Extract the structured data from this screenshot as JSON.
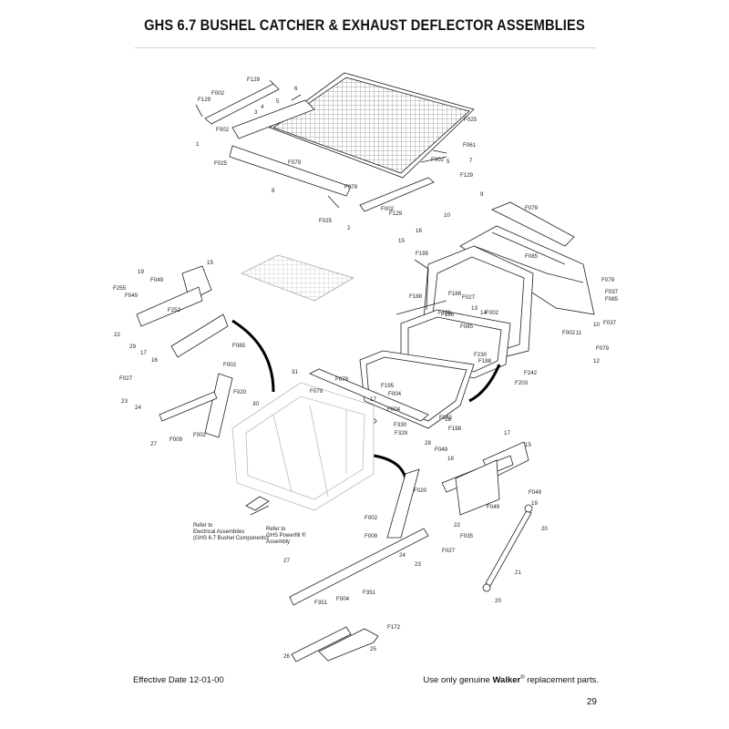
{
  "title": "GHS 6.7 BUSHEL CATCHER & EXHAUST DEFLECTOR ASSEMBLIES",
  "footer": {
    "effective_date": "Effective Date 12-01-00",
    "notice_prefix": "Use only genuine ",
    "brand": "Walker",
    "registered_mark": "®",
    "notice_suffix": " replacement parts.",
    "page_number": "29"
  },
  "references": {
    "electrical": [
      "Refer to",
      "Electrical Assemblies",
      "(GHS 6.7 Bushel Components)"
    ],
    "powerfill": [
      "Refer to",
      "GHS Powerfill ®",
      "Assembly"
    ]
  },
  "callouts": [
    {
      "label": "F129",
      "name": "callout-f129-top"
    },
    {
      "label": "F002",
      "name": "callout-f002-top"
    },
    {
      "label": "F129",
      "name": "callout-f129-left"
    },
    {
      "label": "5",
      "name": "callout-5-top"
    },
    {
      "label": "6",
      "name": "callout-6"
    },
    {
      "label": "3",
      "name": "callout-3"
    },
    {
      "label": "4",
      "name": "callout-4"
    },
    {
      "label": "F002",
      "name": "callout-f002-left"
    },
    {
      "label": "1",
      "name": "callout-1"
    },
    {
      "label": "F025",
      "name": "callout-f025-right"
    },
    {
      "label": "F061",
      "name": "callout-f061"
    },
    {
      "label": "F002",
      "name": "callout-f002-right"
    },
    {
      "label": "7",
      "name": "callout-7"
    },
    {
      "label": "5",
      "name": "callout-5-bottom"
    },
    {
      "label": "F129",
      "name": "callout-f129-bottom"
    },
    {
      "label": "F025",
      "name": "callout-f025-left"
    },
    {
      "label": "F079",
      "name": "callout-f079-a"
    },
    {
      "label": "8",
      "name": "callout-8"
    },
    {
      "label": "F079",
      "name": "callout-f079-b"
    },
    {
      "label": "F025",
      "name": "callout-f025-bottom"
    },
    {
      "label": "2",
      "name": "callout-2"
    },
    {
      "label": "F002",
      "name": "callout-f002-bottom"
    },
    {
      "label": "F129",
      "name": "callout-f129-low"
    },
    {
      "label": "9",
      "name": "callout-9"
    },
    {
      "label": "F079",
      "name": "callout-f079-deflector"
    },
    {
      "label": "10",
      "name": "callout-10"
    },
    {
      "label": "16",
      "name": "callout-16-upper"
    },
    {
      "label": "15",
      "name": "callout-15-upper"
    },
    {
      "label": "F195",
      "name": "callout-f195"
    },
    {
      "label": "F085",
      "name": "callout-f085-deflector"
    },
    {
      "label": "F079",
      "name": "callout-f079-right"
    },
    {
      "label": "F037",
      "name": "callout-f037-a"
    },
    {
      "label": "F085",
      "name": "callout-f085-right"
    },
    {
      "label": "F037",
      "name": "callout-f037-b"
    },
    {
      "label": "F188",
      "name": "callout-f188-a"
    },
    {
      "label": "F188",
      "name": "callout-f188-b"
    },
    {
      "label": "F027",
      "name": "callout-f027-mid"
    },
    {
      "label": "13",
      "name": "callout-13"
    },
    {
      "label": "14",
      "name": "callout-14"
    },
    {
      "label": "F186",
      "name": "callout-f186-a"
    },
    {
      "label": "F002",
      "name": "callout-f002-frame"
    },
    {
      "label": "F186",
      "name": "callout-f186-b"
    },
    {
      "label": "F085",
      "name": "callout-f085-frame"
    },
    {
      "label": "F002",
      "name": "callout-f002-deflector"
    },
    {
      "label": "11",
      "name": "callout-11"
    },
    {
      "label": "10",
      "name": "callout-10-lower"
    },
    {
      "label": "F079",
      "name": "callout-f079-handle"
    },
    {
      "label": "12",
      "name": "callout-12"
    },
    {
      "label": "F230",
      "name": "callout-f230"
    },
    {
      "label": "F188",
      "name": "callout-f188-c"
    },
    {
      "label": "F242",
      "name": "callout-f242-a"
    },
    {
      "label": "F203",
      "name": "callout-f203"
    },
    {
      "label": "15",
      "name": "callout-15-left"
    },
    {
      "label": "19",
      "name": "callout-19-left"
    },
    {
      "label": "F049",
      "name": "callout-f049-left"
    },
    {
      "label": "F255",
      "name": "callout-f255"
    },
    {
      "label": "F049",
      "name": "callout-f049-left-b"
    },
    {
      "label": "F252",
      "name": "callout-f252"
    },
    {
      "label": "22",
      "name": "callout-22-left"
    },
    {
      "label": "29",
      "name": "callout-29"
    },
    {
      "label": "17",
      "name": "callout-17-left"
    },
    {
      "label": "F085",
      "name": "callout-f085-left"
    },
    {
      "label": "16",
      "name": "callout-16-left"
    },
    {
      "label": "F002",
      "name": "callout-f002-brace"
    },
    {
      "label": "F020",
      "name": "callout-f020-left"
    },
    {
      "label": "F027",
      "name": "callout-f027-left"
    },
    {
      "label": "30",
      "name": "callout-30"
    },
    {
      "label": "23",
      "name": "callout-23-left"
    },
    {
      "label": "24",
      "name": "callout-24-left"
    },
    {
      "label": "F002",
      "name": "callout-f002-low-left"
    },
    {
      "label": "27",
      "name": "callout-27-left"
    },
    {
      "label": "F009",
      "name": "callout-f009-left"
    },
    {
      "label": "31",
      "name": "callout-31"
    },
    {
      "label": "F079",
      "name": "callout-f079-seal-a"
    },
    {
      "label": "F079",
      "name": "callout-f079-seal-b"
    },
    {
      "label": "F195",
      "name": "callout-f195-b"
    },
    {
      "label": "17",
      "name": "callout-17-mid"
    },
    {
      "label": "F004",
      "name": "callout-f004-mid"
    },
    {
      "label": "F004",
      "name": "callout-f004-mid-b"
    },
    {
      "label": "18",
      "name": "callout-18"
    },
    {
      "label": "F242",
      "name": "callout-f242-b"
    },
    {
      "label": "F330",
      "name": "callout-f330"
    },
    {
      "label": "F329",
      "name": "callout-f329"
    },
    {
      "label": "F198",
      "name": "callout-f198"
    },
    {
      "label": "28",
      "name": "callout-28"
    },
    {
      "label": "F049",
      "name": "callout-f049-right"
    },
    {
      "label": "16",
      "name": "callout-16-right"
    },
    {
      "label": "17",
      "name": "callout-17-right"
    },
    {
      "label": "15",
      "name": "callout-15-right"
    },
    {
      "label": "F020",
      "name": "callout-f020-right"
    },
    {
      "label": "F049",
      "name": "callout-f049-right-b"
    },
    {
      "label": "F049",
      "name": "callout-f049-right-c"
    },
    {
      "label": "19",
      "name": "callout-19-right"
    },
    {
      "label": "F002",
      "name": "callout-f002-right-low"
    },
    {
      "label": "22",
      "name": "callout-22-right"
    },
    {
      "label": "20",
      "name": "callout-20-a"
    },
    {
      "label": "F009",
      "name": "callout-f009-right"
    },
    {
      "label": "F035",
      "name": "callout-f035"
    },
    {
      "label": "F027",
      "name": "callout-f027-right"
    },
    {
      "label": "24",
      "name": "callout-24-right"
    },
    {
      "label": "23",
      "name": "callout-23-right"
    },
    {
      "label": "21",
      "name": "callout-21"
    },
    {
      "label": "27",
      "name": "callout-27-right"
    },
    {
      "label": "F351",
      "name": "callout-f351-a"
    },
    {
      "label": "F351",
      "name": "callout-f351-b"
    },
    {
      "label": "F004",
      "name": "callout-f004-bottom"
    },
    {
      "label": "20",
      "name": "callout-20-b"
    },
    {
      "label": "F172",
      "name": "callout-f172"
    },
    {
      "label": "26",
      "name": "callout-26"
    },
    {
      "label": "25",
      "name": "callout-25"
    }
  ]
}
